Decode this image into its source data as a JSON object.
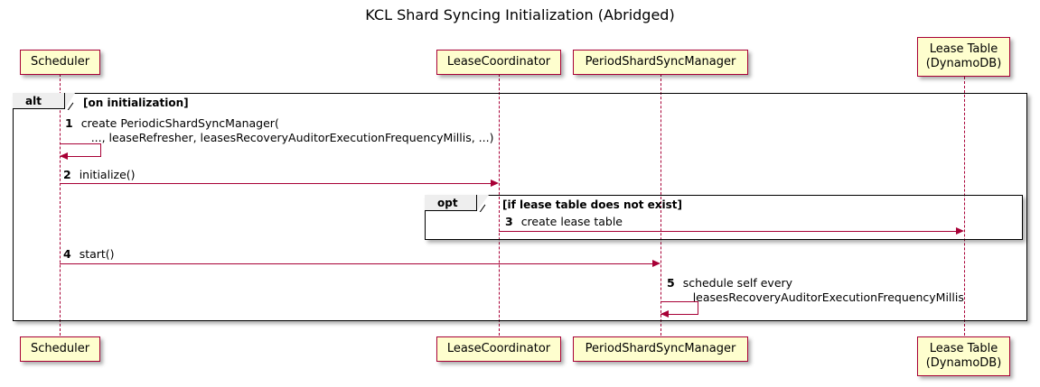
{
  "diagram": {
    "title": "KCL Shard Syncing Initialization (Abridged)",
    "type": "uml-sequence-diagram",
    "colors": {
      "participant_fill": "#FEFECE",
      "participant_border": "#A80036",
      "arrow": "#A80036",
      "frame_border": "#000000",
      "frame_tab_fill": "#EEEEEE",
      "background": "#FFFFFF"
    }
  },
  "participants": [
    {
      "id": "scheduler",
      "label": "Scheduler",
      "label_line2": ""
    },
    {
      "id": "leasecoordinator",
      "label": "LeaseCoordinator",
      "label_line2": ""
    },
    {
      "id": "periodshardsyncmanager",
      "label": "PeriodShardSyncManager",
      "label_line2": ""
    },
    {
      "id": "leasetable",
      "label": "Lease Table",
      "label_line2": "(DynamoDB)"
    }
  ],
  "frames": [
    {
      "id": "alt-frame",
      "operator": "alt",
      "condition": "[on initialization]"
    },
    {
      "id": "opt-frame",
      "operator": "opt",
      "condition": "[if lease table does not exist]"
    }
  ],
  "messages": [
    {
      "number": "1",
      "from": "scheduler",
      "to": "scheduler",
      "kind": "self",
      "text_line1": "create PeriodicShardSyncManager(",
      "text_line2": "..., leaseRefresher, leasesRecoveryAuditorExecutionFrequencyMillis, ...)"
    },
    {
      "number": "2",
      "from": "scheduler",
      "to": "leasecoordinator",
      "kind": "sync",
      "text_line1": "initialize()",
      "text_line2": ""
    },
    {
      "number": "3",
      "from": "leasecoordinator",
      "to": "leasetable",
      "kind": "sync",
      "text_line1": "create lease table",
      "text_line2": ""
    },
    {
      "number": "4",
      "from": "scheduler",
      "to": "periodshardsyncmanager",
      "kind": "sync",
      "text_line1": "start()",
      "text_line2": ""
    },
    {
      "number": "5",
      "from": "periodshardsyncmanager",
      "to": "periodshardsyncmanager",
      "kind": "self",
      "text_line1": "schedule self every",
      "text_line2": "leasesRecoveryAuditorExecutionFrequencyMillis"
    }
  ]
}
